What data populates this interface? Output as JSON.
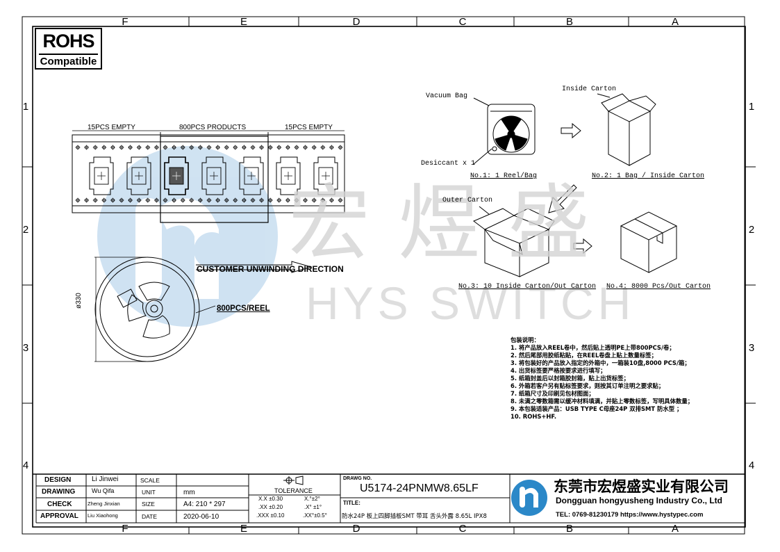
{
  "zones": {
    "columns": [
      "F",
      "E",
      "D",
      "C",
      "B",
      "A"
    ],
    "rows": [
      "1",
      "2",
      "3",
      "4"
    ]
  },
  "rohs": {
    "line1": "ROHS",
    "line2": "Compatible"
  },
  "watermark": {
    "chinese": "宏煜盛",
    "english": "HYS SWITCH"
  },
  "tape": {
    "left_label": "15PCS EMPTY",
    "middle_label": "800PCS PRODUCTS",
    "right_label": "15PCS EMPTY"
  },
  "reel": {
    "direction_label": "CUSTOMER UNWINDING DIRECTION",
    "quantity_label": "800PCS/REEL",
    "diameter_label": "ø330"
  },
  "packing": {
    "vacuum_bag": "Vacuum Bag",
    "desiccant": "Desiccant x 1",
    "inside_carton": "Inside Carton",
    "outer_carton": "Outer Carton",
    "step1": "No.1: 1 Reel/Bag",
    "step2": "No.2: 1 Bag / Inside Carton",
    "step3": "No.3: 10 Inside Carton/Out Carton",
    "step4": "No.4: 8000 Pcs/Out Carton"
  },
  "notes": {
    "title": "包装说明：",
    "items": [
      "1. 将产品放入REEL卷中，然后贴上透明PE上带800PCS/卷；",
      "2. 然后尾部用胶纸粘贴，在REEL卷盘上贴上数量标签；",
      "3. 将包装好的产品放入指定的外箱中，一箱装10盘,8000 PCS/箱；",
      "4. 出货标签要严格按要求进行填写；",
      "5. 纸箱封盖后以封箱胶封箱，贴上出货标签；",
      "6. 外箱若客户另有贴标签要求，则按其订单注明之要求贴；",
      "7. 纸箱尺寸及印刷见包材图面；",
      "8. 未满之零数箱需以缓冲材料填满，并贴上零数标签，写明具体数量；",
      "9. 本包装适装产品：USB TYPE C母座24P 双排SMT 防水型 ；",
      "10. ROHS+HF."
    ]
  },
  "title_block": {
    "design_label": "DESIGN",
    "design_name": "Li Jinwei",
    "drawing_label": "DRAWING",
    "drawing_name": "Wu Qifa",
    "check_label": "CHECK",
    "check_name": "Zheng Jinxian",
    "approval_label": "APPROVAL",
    "approval_name": "Liu Xiaohong",
    "scale_label": "SCALE",
    "unit_label": "UNIT",
    "size_label": "SIZE",
    "date_label": "DATE",
    "unit_value": "mm",
    "size_value": "A4: 210 * 297",
    "date_value": "2020-06-10",
    "tolerance_label": "TOLERANCE",
    "tol_1": "X.X  ±0.30",
    "tol_2": ".XX  ±0.20",
    "tol_3": ".XXX  ±0.10",
    "tol_4": "X.°±2°",
    "tol_5": ".X° ±1°",
    "tol_6": ".XX°±0.5°",
    "drawing_no_label": "DRAWG NO.",
    "drawing_no": "U5174-24PNMW8.65LF",
    "title_label": "TITLE:",
    "title_value": "防水24P 板上四脚插板SMT 带耳 舌头外露 8.65L IPX8",
    "company_cn": "东莞市宏煜盛实业有限公司",
    "company_en": "Dongguan hongyusheng Industry Co., Ltd",
    "company_contact": "TEL: 0769-81230179  https://www.hystypec.com"
  },
  "colors": {
    "watermark": "#a9cce8",
    "watermark_gray": "#dcdcdc",
    "logo_blue": "#2b88c8",
    "line": "#000000"
  }
}
